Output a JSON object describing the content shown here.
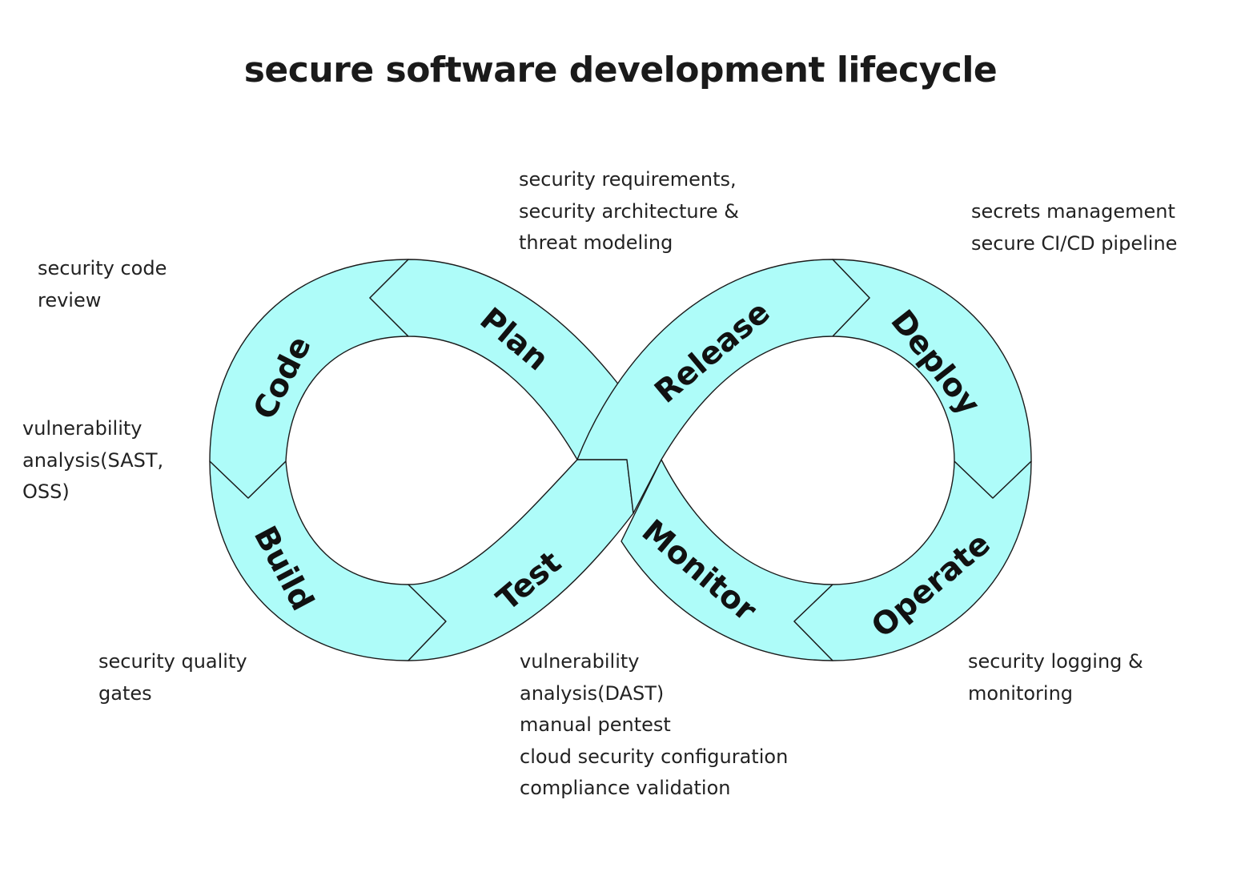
{
  "title": "secure software development lifecycle",
  "colors": {
    "band_fill": "#aefcf9",
    "band_stroke": "#1a1a1a",
    "text": "#1a1a1a"
  },
  "stages": [
    {
      "id": "code",
      "label": "Code"
    },
    {
      "id": "plan",
      "label": "Plan"
    },
    {
      "id": "build",
      "label": "Build"
    },
    {
      "id": "test",
      "label": "Test"
    },
    {
      "id": "release",
      "label": "Release"
    },
    {
      "id": "deploy",
      "label": "Deploy"
    },
    {
      "id": "monitor",
      "label": "Monitor"
    },
    {
      "id": "operate",
      "label": "Operate"
    }
  ],
  "notes": {
    "plan": [
      "security requirements,",
      "security architecture &",
      "threat modeling"
    ],
    "deploy": [
      "secrets management",
      "secure CI/CD pipeline"
    ],
    "code": [
      "security code",
      "review"
    ],
    "analysis": [
      "vulnerability",
      "analysis(SAST,",
      "OSS)"
    ],
    "build": [
      "security quality",
      "gates"
    ],
    "test": [
      "vulnerability",
      "analysis(DAST)",
      "manual pentest",
      "cloud security configuration",
      "compliance validation"
    ],
    "operate": [
      "security logging &",
      "monitoring"
    ]
  }
}
